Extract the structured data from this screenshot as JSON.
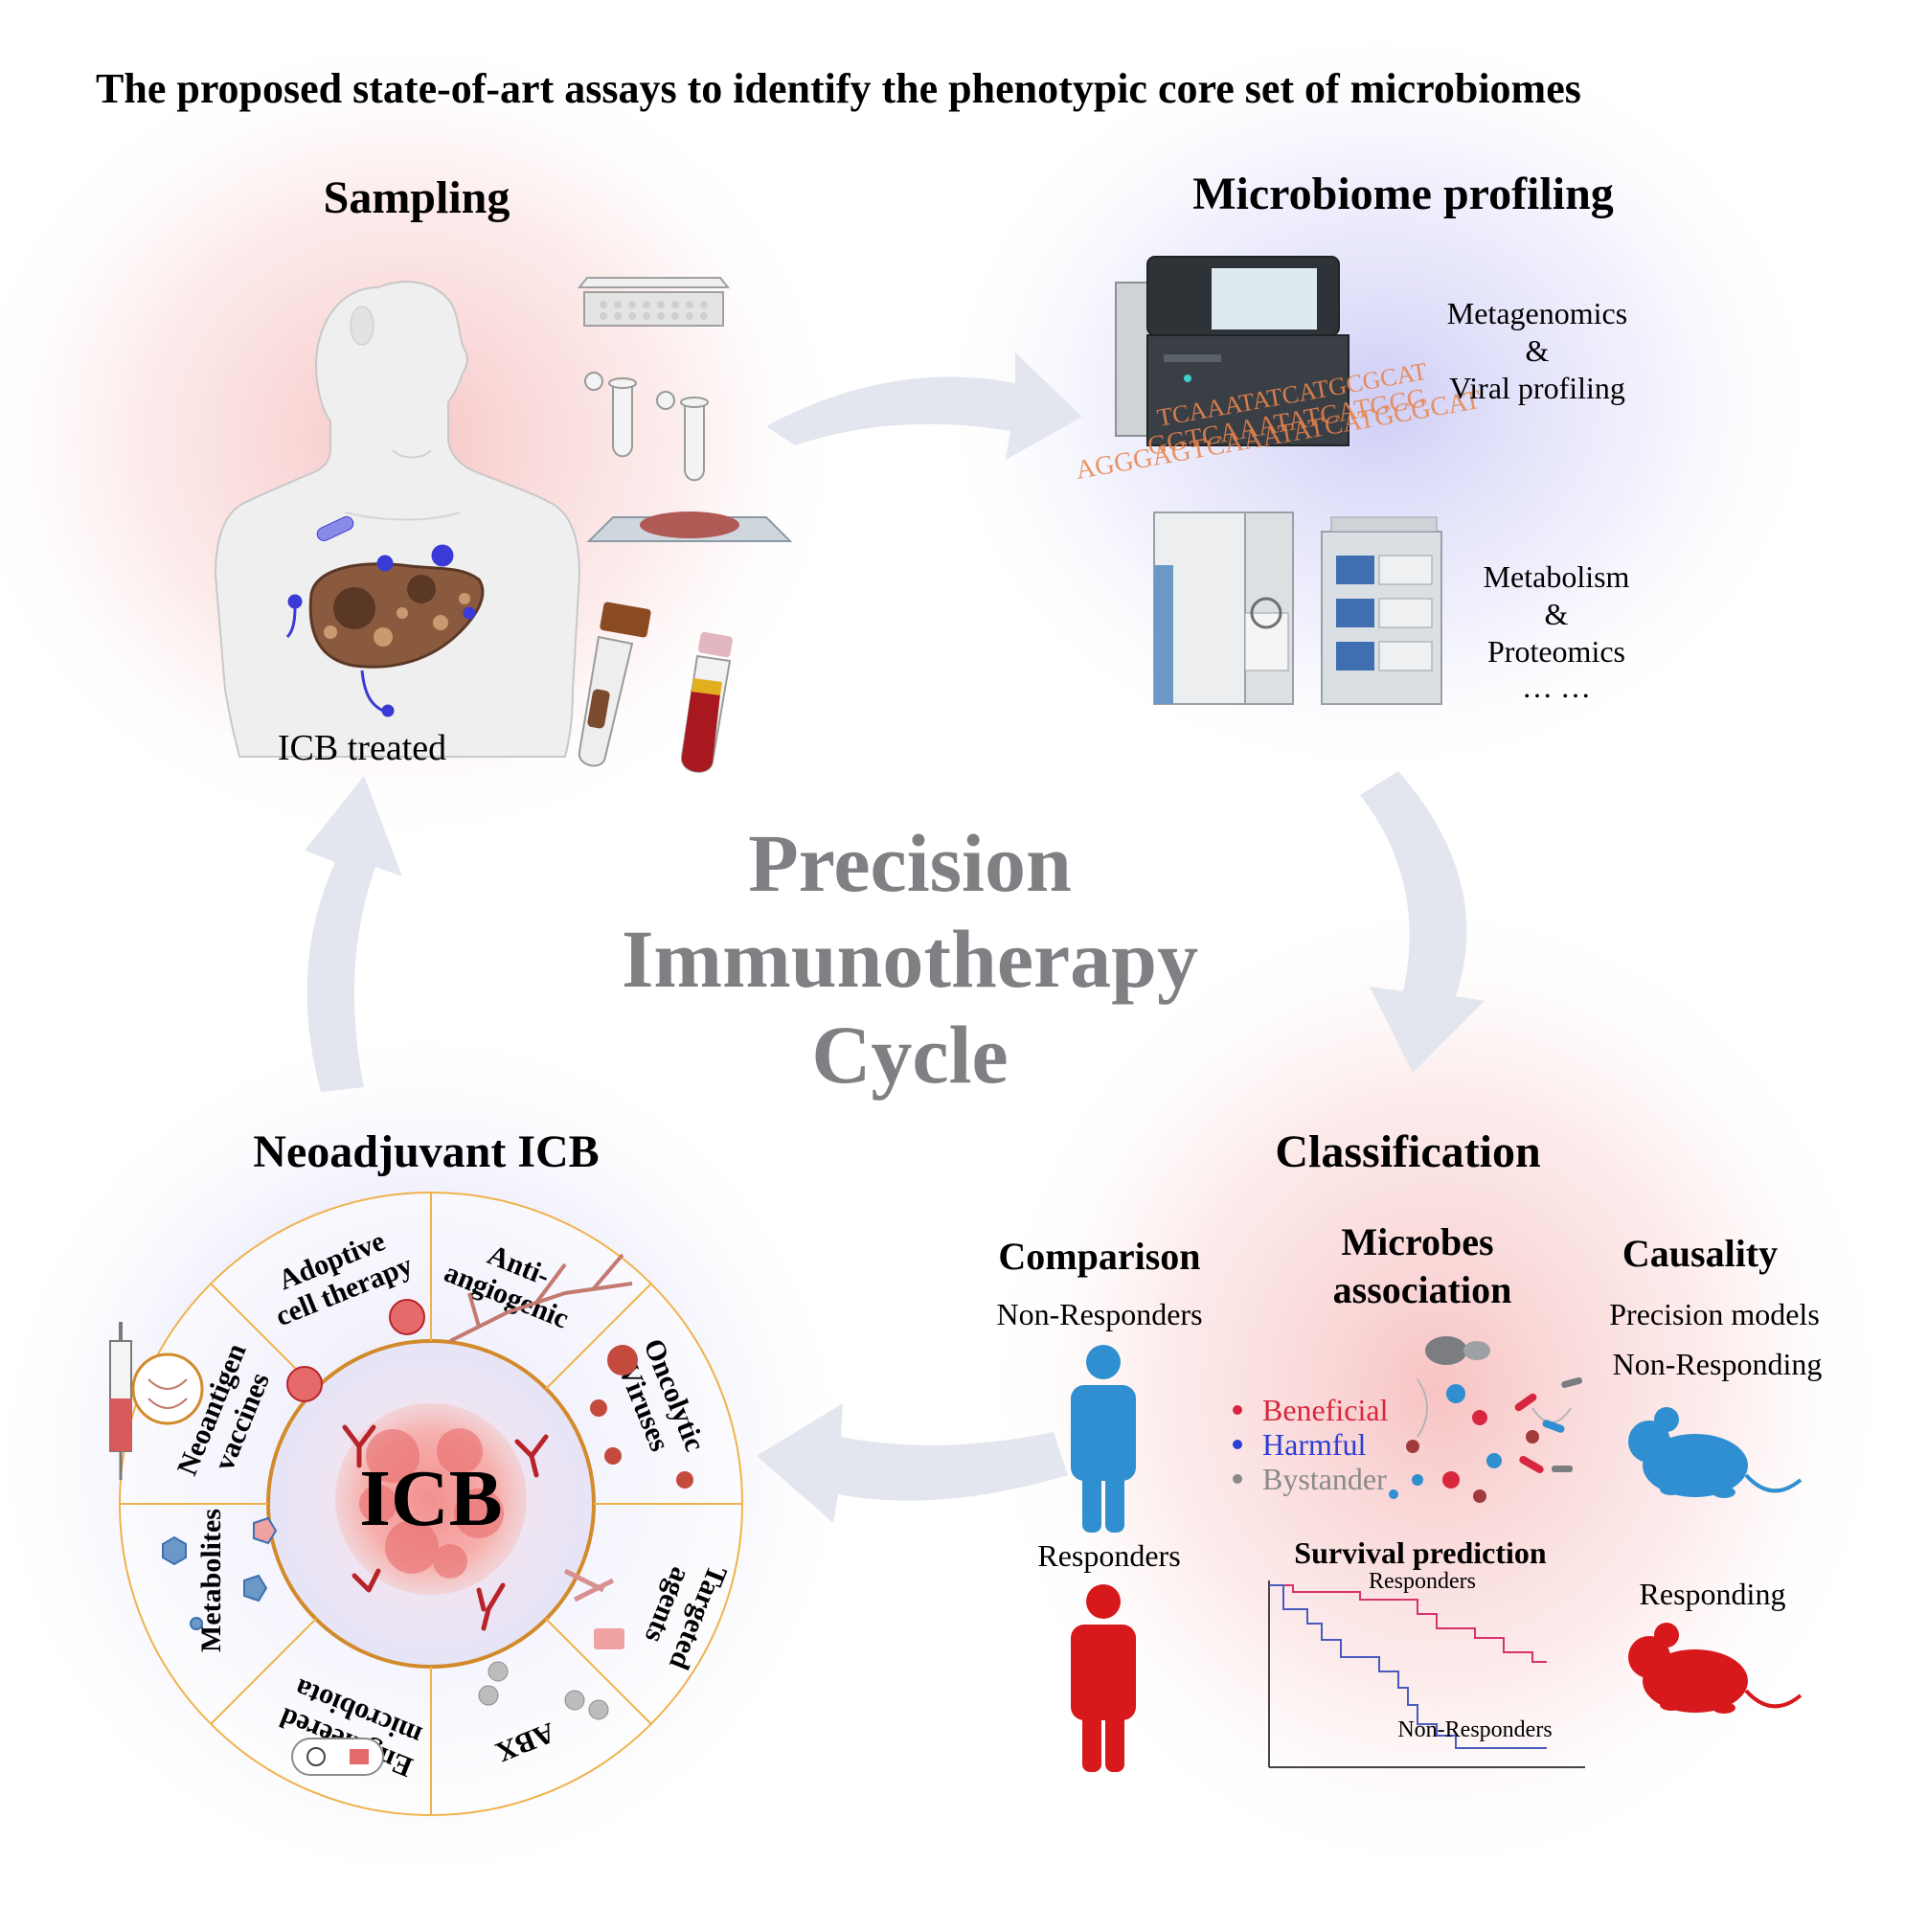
{
  "title": "The proposed state-of-art assays to identify the phenotypic core set of microbiomes",
  "center": {
    "line1": "Precision",
    "line2": "Immunotherapy",
    "line3": "Cycle"
  },
  "sampling": {
    "heading": "Sampling",
    "caption": "ICB treated"
  },
  "profiling": {
    "heading": "Microbiome profiling",
    "group1": [
      "Metagenomics",
      "&",
      "Viral profiling"
    ],
    "group2": [
      "Metabolism",
      "&",
      "Proteomics",
      "… …"
    ],
    "dna_lines": [
      "TCAAATATCATGCGCAT",
      "GGTCAAATATCATGCG",
      "AGGGAGTCAAATATCATGCGCAT"
    ]
  },
  "classification": {
    "heading": "Classification",
    "comparison": {
      "heading": "Comparison",
      "nonresponders": "Non-Responders",
      "responders": "Responders"
    },
    "association": {
      "heading_line1": "Microbes",
      "heading_line2": "association",
      "legend": [
        {
          "label": "Beneficial",
          "color": "#d7263d"
        },
        {
          "label": "Harmful",
          "color": "#2b3fd6"
        },
        {
          "label": "Bystander",
          "color": "#8a8a8a"
        }
      ]
    },
    "causality": {
      "heading": "Causality",
      "line1": "Precision models",
      "line2": "Non-Responding",
      "responding": "Responding"
    },
    "survival": {
      "title": "Survival prediction",
      "series": [
        {
          "name": "Responders",
          "color": "#d6336c"
        },
        {
          "name": "Non-Responders",
          "color": "#4a5bbf"
        }
      ]
    }
  },
  "neoadjuvant": {
    "heading": "Neoadjuvant ICB",
    "center_label": "ICB",
    "segments": [
      {
        "label": [
          "Adoptive",
          "cell therapy"
        ]
      },
      {
        "label": [
          "Anti-",
          "angiogenic"
        ]
      },
      {
        "label": [
          "Oncolytic",
          "Viruses"
        ]
      },
      {
        "label": [
          "Targeted",
          "agents"
        ]
      },
      {
        "label": [
          "ABX"
        ]
      },
      {
        "label": [
          "Engineered",
          "microbiota"
        ]
      },
      {
        "label": [
          "Metabolites"
        ]
      },
      {
        "label": [
          "Neoantigen",
          "vaccines"
        ]
      }
    ]
  },
  "colors": {
    "arrow": "#e3e6ee",
    "center_text": "#7f8084",
    "wheel_border": "#f0b24a",
    "nonresponder_figure": "#2f8fd0",
    "responder_figure": "#d7191c"
  }
}
